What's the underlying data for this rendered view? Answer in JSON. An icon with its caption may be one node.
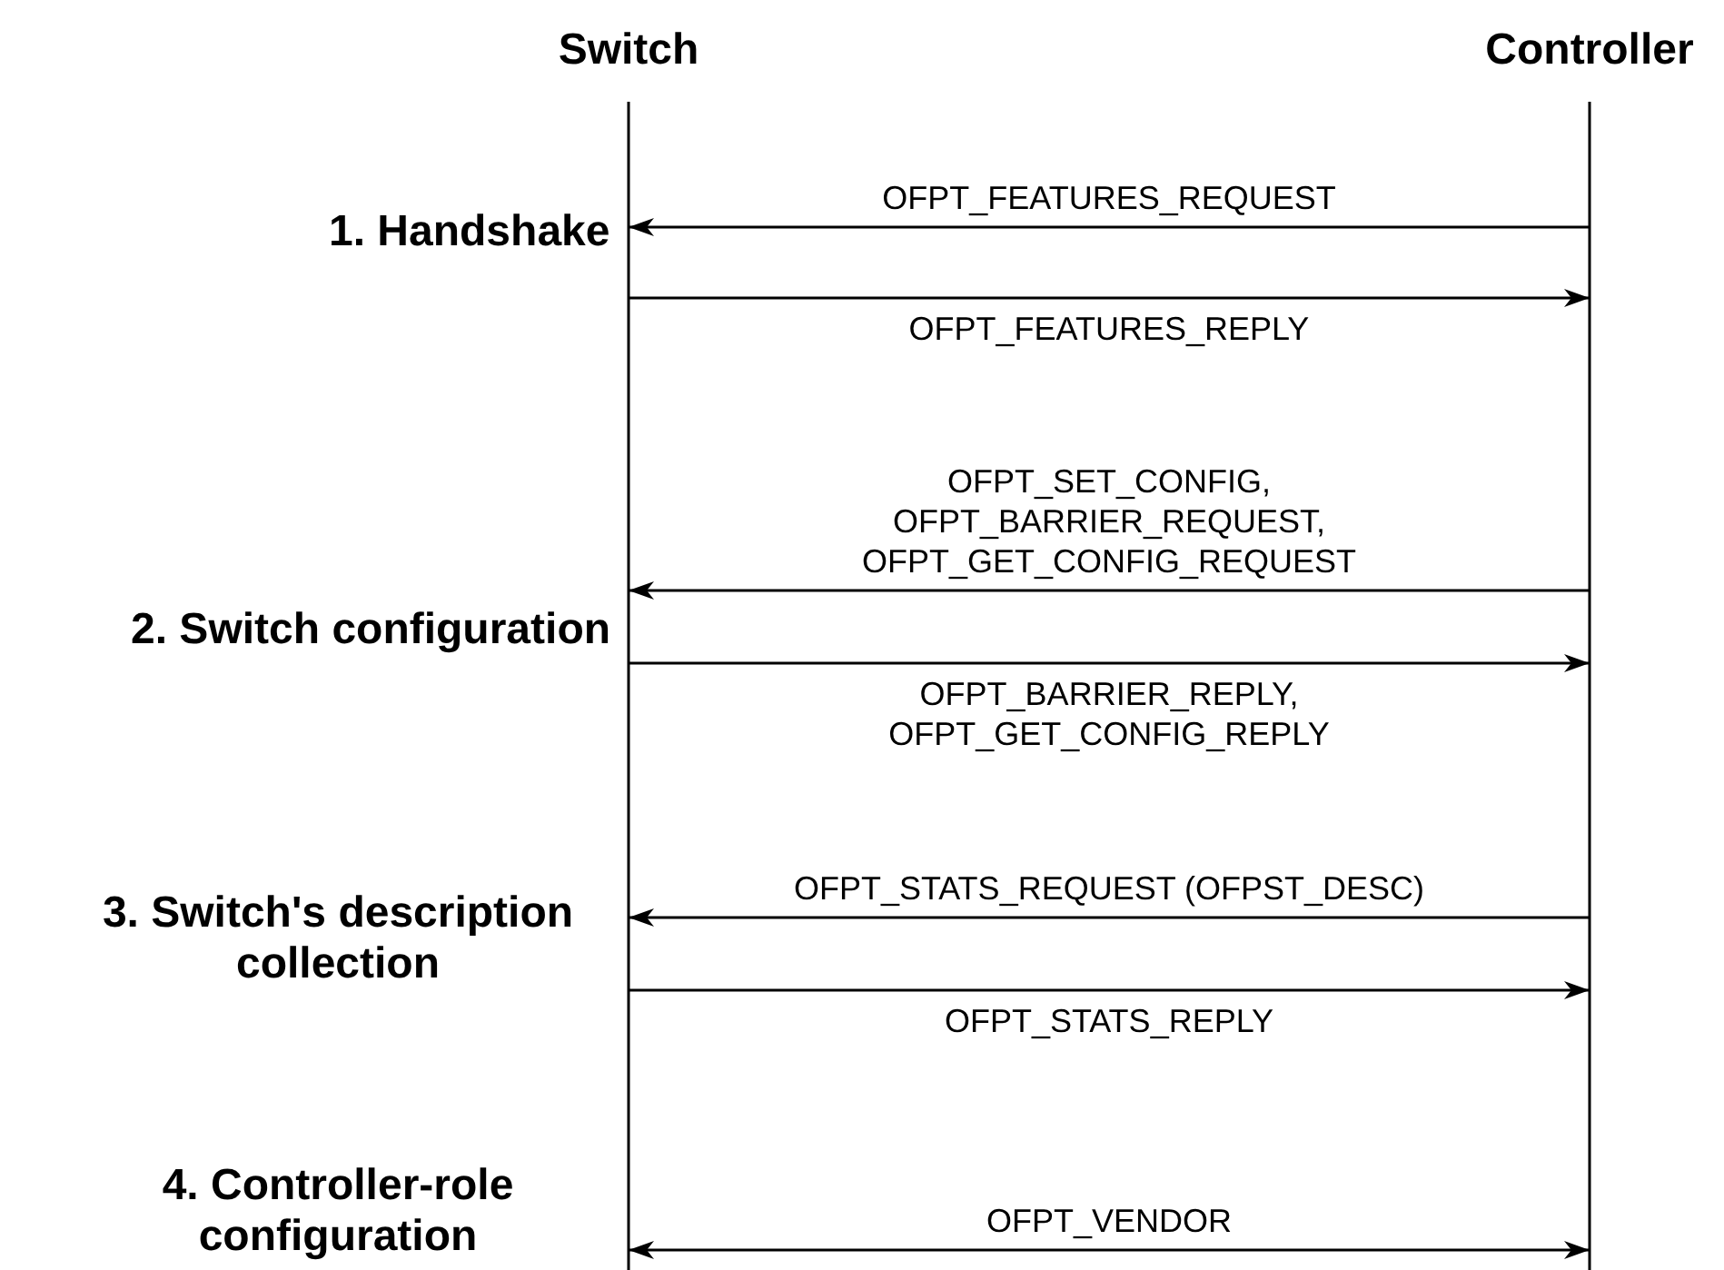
{
  "diagram": {
    "nodes": [
      {
        "text": [
          "Switch"
        ]
      },
      {
        "text": [
          "Controller"
        ]
      }
    ],
    "edges": [
      {
        "from": 1,
        "to": 0,
        "arrow": "to",
        "label": "OFPT_FEATURES_REQUEST"
      },
      {
        "from": 0,
        "to": 1,
        "arrow": "to",
        "label": "OFPT_FEATURES_REPLY"
      },
      {
        "from": 1,
        "to": 0,
        "arrow": "to",
        "label": "OFPT_SET_CONFIG, OFPT_BARRIER_REQUEST, OFPT_GET_CONFIG_REQUEST"
      },
      {
        "from": 0,
        "to": 1,
        "arrow": "to",
        "label": "OFPT_BARRIER_REPLY, OFPT_GET_CONFIG_REPLY"
      },
      {
        "from": 1,
        "to": 0,
        "arrow": "to",
        "label": "OFPT_STATS_REQUEST (OFPST_DESC)"
      },
      {
        "from": 0,
        "to": 1,
        "arrow": "to",
        "label": "OFPT_STATS_REPLY"
      },
      {
        "from": 0,
        "to": 1,
        "arrow": "both",
        "label": "OFPT_VENDOR"
      }
    ],
    "labels": [
      "1. Handshake",
      "2. Switch configuration",
      "3. Switch's description collection",
      "4. Controller-role configuration"
    ]
  }
}
